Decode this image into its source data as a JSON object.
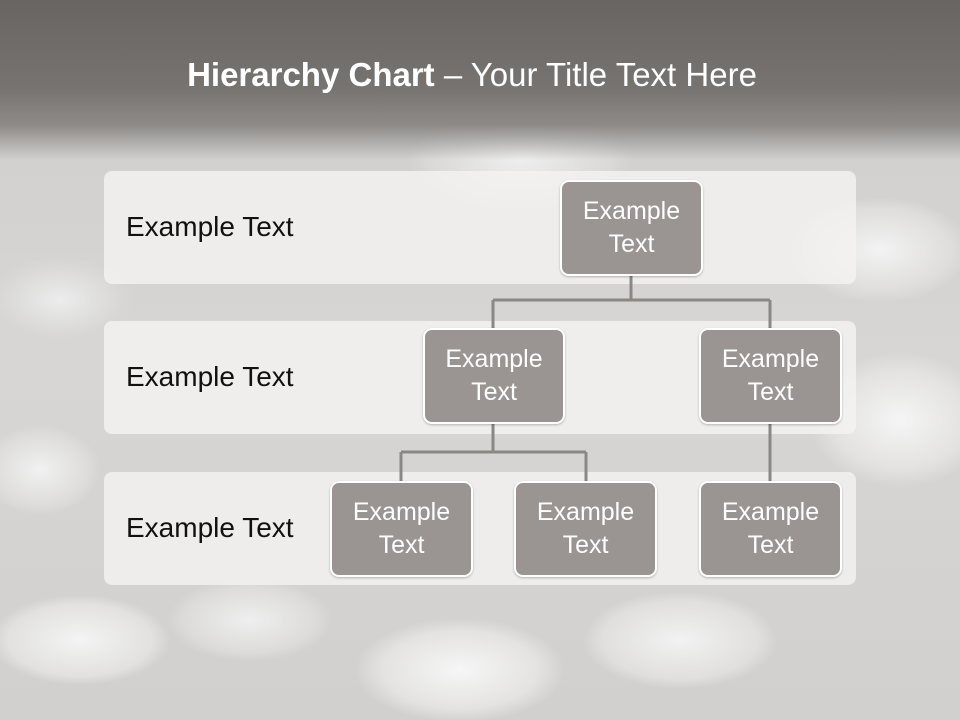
{
  "slide": {
    "title_bold": "Hierarchy Chart",
    "title_rest": " – Your Title Text Here"
  },
  "rows": [
    {
      "label": "Example Text"
    },
    {
      "label": "Example Text"
    },
    {
      "label": "Example Text"
    }
  ],
  "nodes": {
    "root": "Example Text",
    "level2_left": "Example Text",
    "level2_right": "Example Text",
    "level3_a": "Example Text",
    "level3_b": "Example Text",
    "level3_c": "Example Text"
  },
  "colors": {
    "node_fill": "#9a9592",
    "connector": "#8a8784",
    "title_band": "#6f6c6a"
  }
}
